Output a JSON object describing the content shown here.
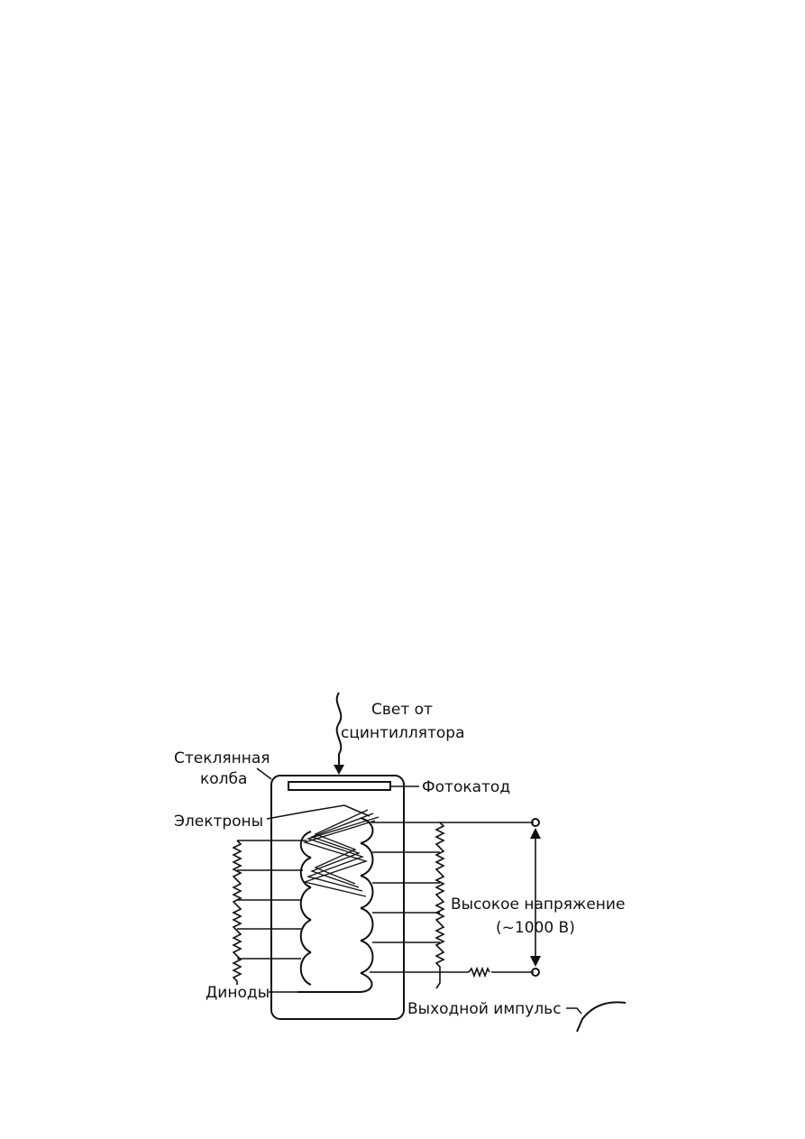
{
  "diagram": {
    "labels": {
      "light_line1": "Свет от",
      "light_line2": "сцинтиллятора",
      "glass_line1": "Стеклянная",
      "glass_line2": "колба",
      "photocathode": "Фотокатод",
      "electrons": "Электроны",
      "high_voltage_line1": "Высокое напряжение",
      "high_voltage_line2": "(~1000 В)",
      "dynodes": "Диноды",
      "output_pulse": "Выходной импульс"
    },
    "colors": {
      "ink": "#111111",
      "background": "#ffffff"
    }
  }
}
